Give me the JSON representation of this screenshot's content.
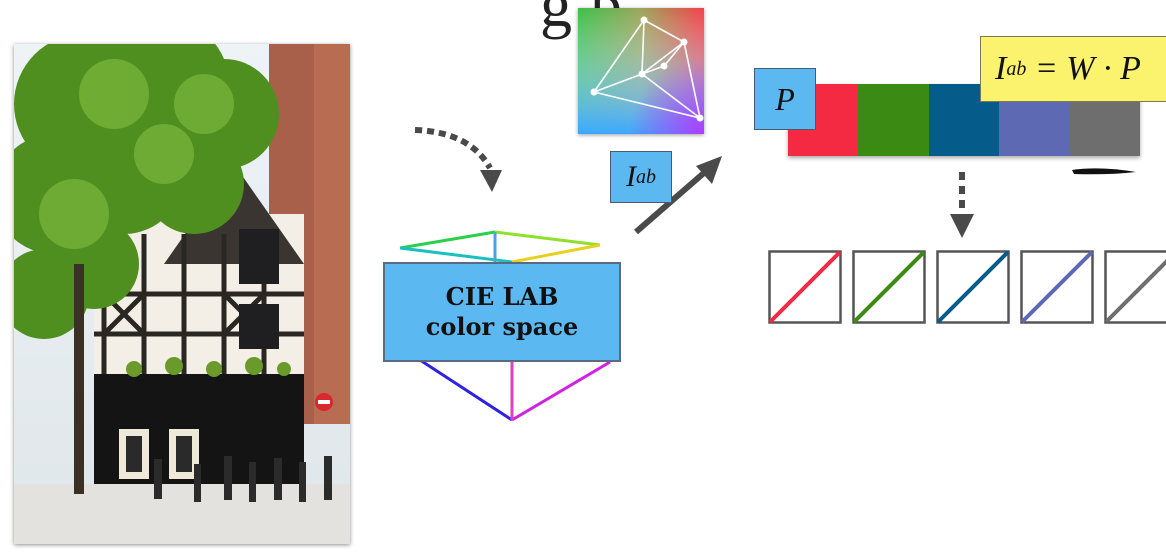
{
  "title_fragment": "g          p",
  "lab_label": {
    "line1": "CIE LAB",
    "line2": "color space"
  },
  "iab": {
    "main": "I",
    "sub": "ab"
  },
  "p_label": "P",
  "equation": {
    "lhs": "I",
    "lhs_sub": "ab",
    "rhs": " = W · P"
  },
  "palette": {
    "colors": [
      "#f42a43",
      "#3a8a14",
      "#055b8a",
      "#5d6ab3",
      "#6e6e6e"
    ]
  },
  "arrow_color": "#4a4a4a"
}
